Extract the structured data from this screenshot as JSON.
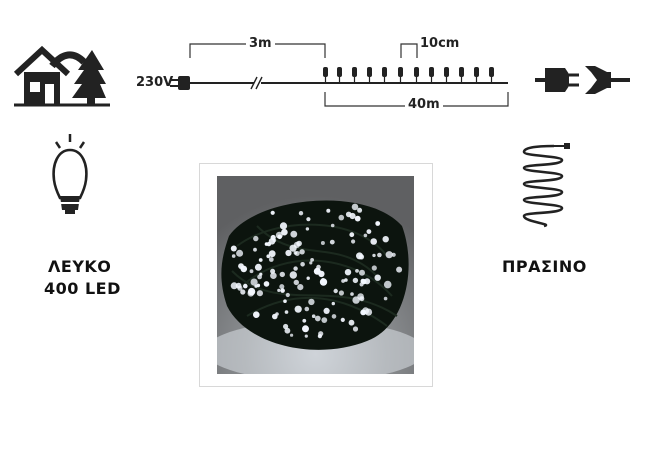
{
  "diagram": {
    "voltage": "230V",
    "lead_length": "3m",
    "spacing": "10cm",
    "total_length": "40m"
  },
  "product": {
    "color_label": "ΛΕΥΚΟ",
    "led_count_label": "400 LED",
    "cable_color_label": "ΠΡΑΣΙΝΟ"
  },
  "icons": {
    "indoor_outdoor": "house-tree-icon",
    "bulb": "led-bulb-icon",
    "connector": "plug-connector-icon",
    "cable": "coiled-cable-icon"
  },
  "colors": {
    "icon": "#222222",
    "led_white": "#f4f8ff",
    "cable_green": "#0d1a10"
  }
}
